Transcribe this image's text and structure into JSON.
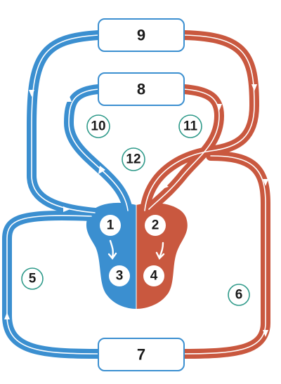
{
  "boxes": [
    {
      "id": "box-9",
      "label": "9"
    },
    {
      "id": "box-8",
      "label": "8"
    },
    {
      "id": "box-7",
      "label": "7"
    }
  ],
  "heart_labels": [
    "1",
    "2",
    "3",
    "4"
  ],
  "circle_labels": [
    "5",
    "6",
    "10",
    "11",
    "12"
  ],
  "colors": {
    "deoxygenated": "#3b8fd0",
    "oxygenated": "#c9583f",
    "label_ring": "#2f9a8a"
  }
}
